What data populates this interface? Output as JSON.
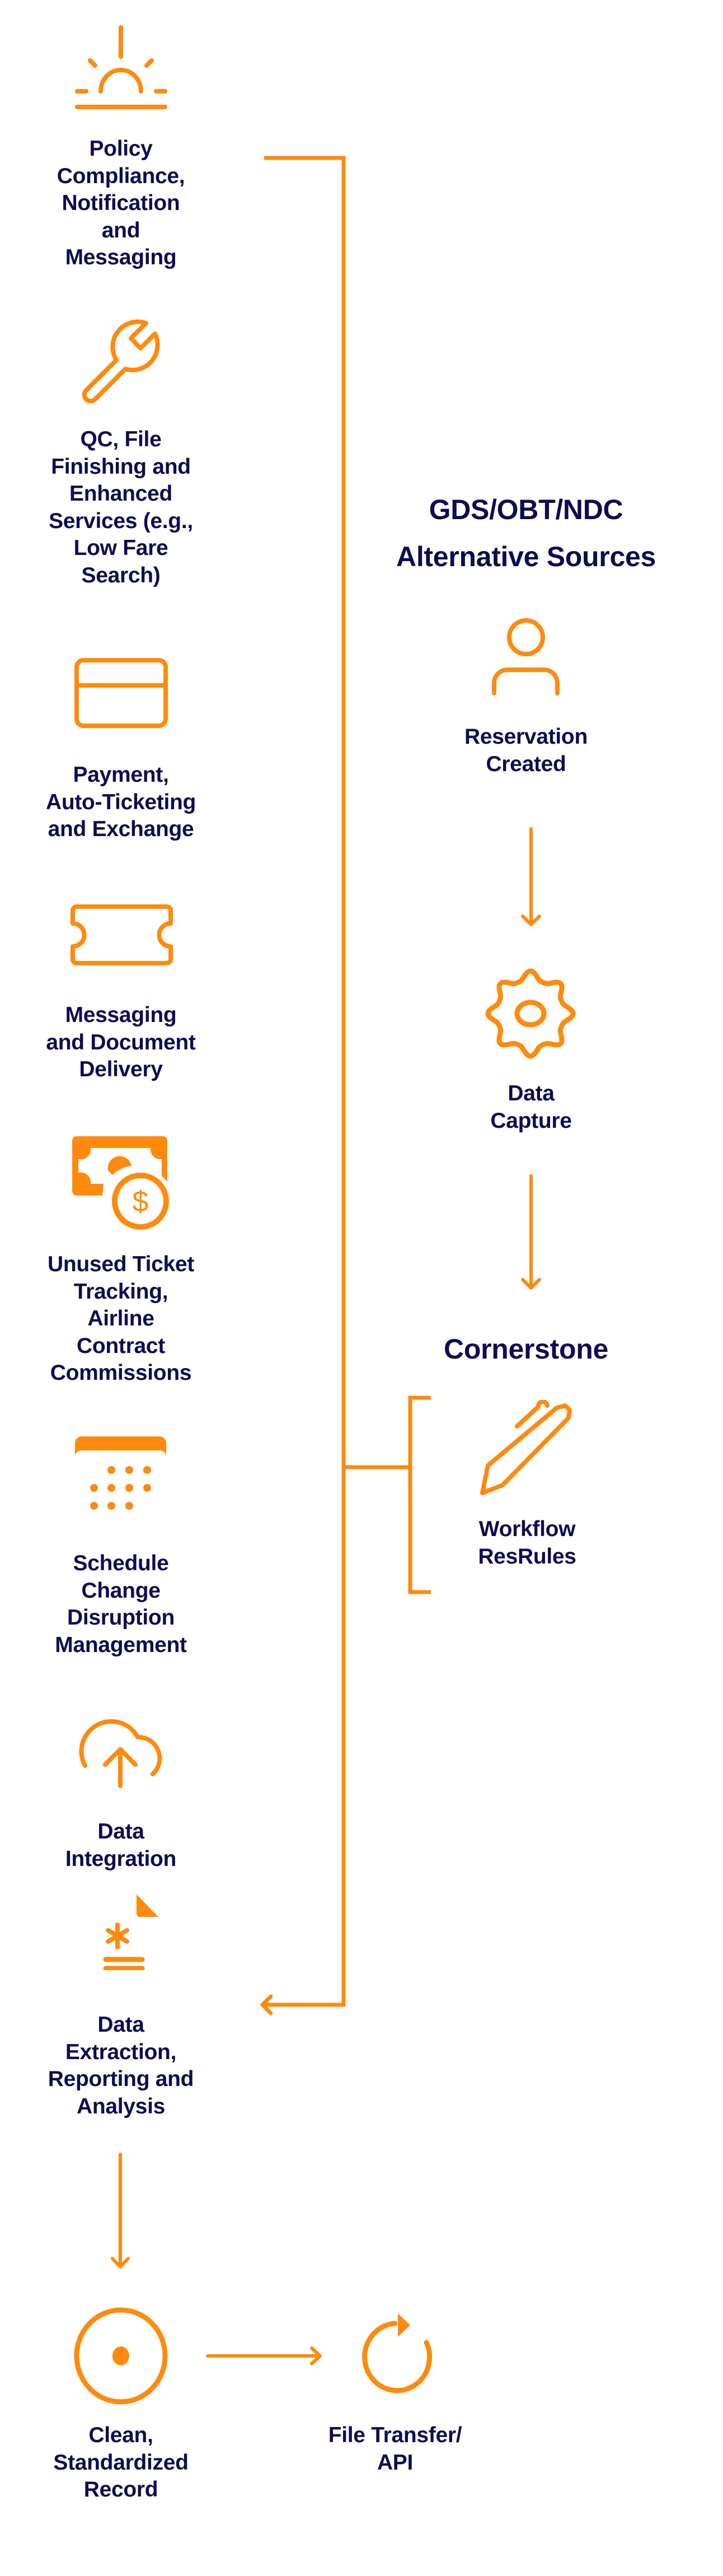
{
  "colors": {
    "accent": "#ff8a0d",
    "text": "#0d0c52",
    "background": "#ffffff"
  },
  "left_column": {
    "items": [
      {
        "icon": "sunrise-icon",
        "label": "Policy\nCompliance,\nNotification\nand\nMessaging"
      },
      {
        "icon": "wrench-icon",
        "label": "QC, File\nFinishing and\nEnhanced\nServices (e.g.,\nLow Fare\nSearch)"
      },
      {
        "icon": "credit-card-icon",
        "label": "Payment,\nAuto-Ticketing\nand Exchange"
      },
      {
        "icon": "ticket-icon",
        "label": "Messaging\nand Document\nDelivery"
      },
      {
        "icon": "money-coin-icon",
        "label": "Unused Ticket\nTracking,\nAirline\nContract\nCommissions"
      },
      {
        "icon": "calendar-icon",
        "label": "Schedule\nChange\nDisruption\nManagement"
      },
      {
        "icon": "cloud-upload-icon",
        "label": "Data\nIntegration"
      },
      {
        "icon": "document-asterisk-icon",
        "label": "Data\nExtraction,\nReporting and\nAnalysis"
      }
    ]
  },
  "right_column": {
    "source_title": "GDS/OBT/NDC\nAlternative Sources",
    "steps": [
      {
        "icon": "person-icon",
        "label": "Reservation\nCreated"
      },
      {
        "icon": "gear-icon",
        "label": "Data\nCapture"
      }
    ],
    "cornerstone_title": "Cornerstone",
    "cornerstone_item": {
      "icon": "pen-icon",
      "label": "Workflow\nResRules"
    }
  },
  "bottom_row": {
    "items": [
      {
        "icon": "target-icon",
        "label": "Clean,\nStandardized\nRecord"
      },
      {
        "icon": "refresh-icon",
        "label": "File Transfer/\nAPI"
      }
    ]
  }
}
